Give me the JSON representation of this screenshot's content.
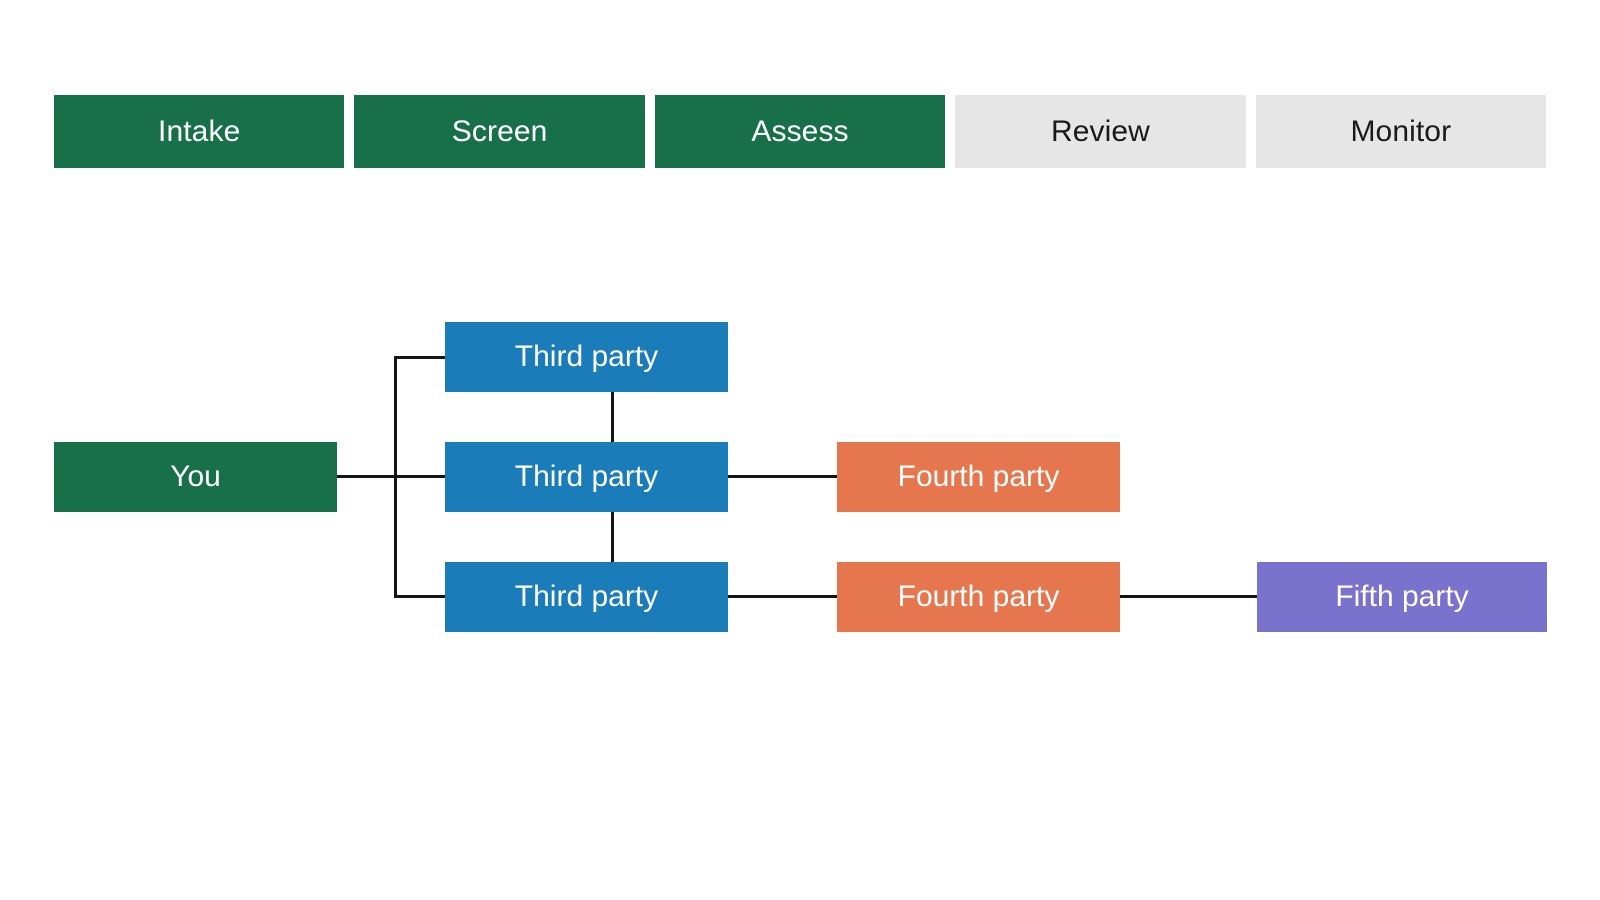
{
  "stage_bar": {
    "name": "lifecycle-stage-bar",
    "colors": {
      "completed": "#17704a",
      "pending": "#e6e6e6",
      "completed_text": "#ffffff",
      "pending_text": "#1a1a1a"
    },
    "stages": [
      {
        "label": "Intake",
        "state": "done"
      },
      {
        "label": "Screen",
        "state": "done"
      },
      {
        "label": "Assess",
        "state": "done"
      },
      {
        "label": "Review",
        "state": "todo"
      },
      {
        "label": "Monitor",
        "state": "todo"
      }
    ]
  },
  "diagram": {
    "name": "supply-chain-tree",
    "colors": {
      "you": "#17704a",
      "third_party": "#1b7cba",
      "fourth_party": "#e5764d",
      "fifth_party": "#7a72cc",
      "connector": "#141414",
      "background": "#ffffff"
    },
    "root": {
      "label": "You",
      "tier": "you"
    },
    "tier3": [
      {
        "label": "Third party",
        "tier": "third"
      },
      {
        "label": "Third party",
        "tier": "third"
      },
      {
        "label": "Third party",
        "tier": "third"
      }
    ],
    "tier4": [
      {
        "label": "Fourth party",
        "tier": "fourth"
      },
      {
        "label": "Fourth party",
        "tier": "fourth"
      }
    ],
    "tier5": [
      {
        "label": "Fifth party",
        "tier": "fifth"
      }
    ]
  }
}
